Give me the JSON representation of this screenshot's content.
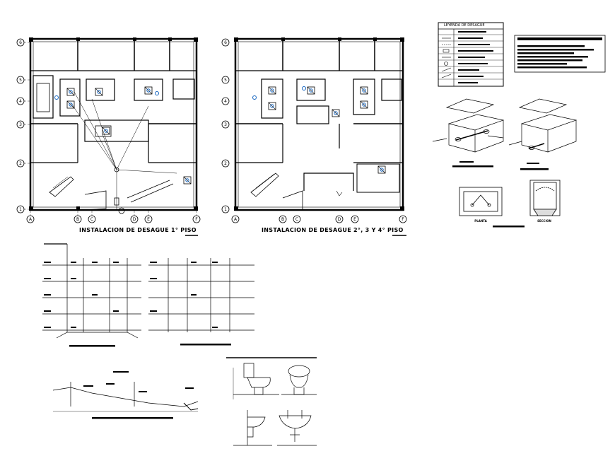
{
  "plans": [
    {
      "title": "INSTALACION DE DESAGUE  1° PISO",
      "column_labels": [
        "A",
        "B",
        "C",
        "D",
        "E",
        "F"
      ],
      "row_labels": [
        "6",
        "5",
        "4",
        "3",
        "2",
        "1"
      ]
    },
    {
      "title": "INSTALACION DE DESAGUE  2°, 3 Y 4° PISO",
      "column_labels": [
        "A",
        "B",
        "C",
        "D",
        "E",
        "F"
      ],
      "row_labels": [
        "6",
        "5",
        "4",
        "3",
        "2",
        "1"
      ]
    }
  ],
  "legend": {
    "title": "LEYENDA DE DESAGUE"
  },
  "details": {
    "plan_caption": "PLANTA",
    "section_caption": "SECCION"
  }
}
